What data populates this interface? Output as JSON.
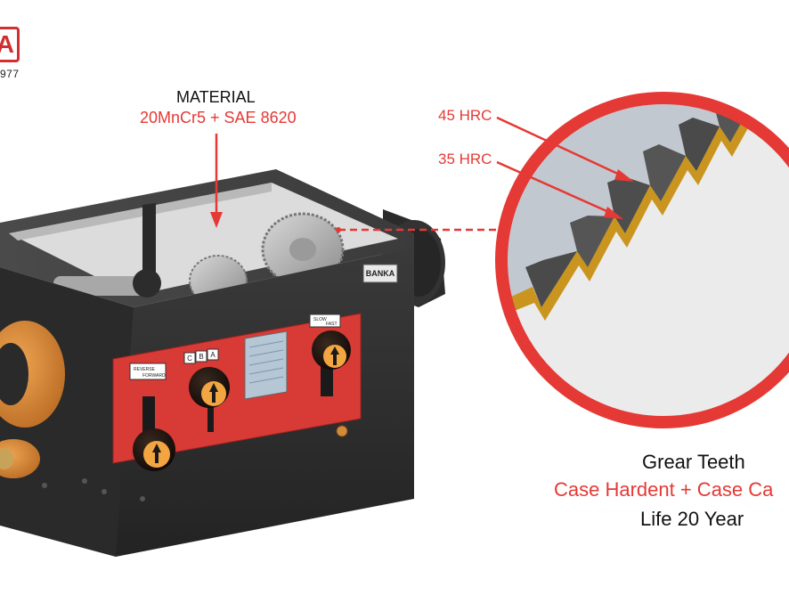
{
  "logo": {
    "letter": "A",
    "year": "977"
  },
  "material": {
    "title": "MATERIAL",
    "value": "20MnCr5 + SAE 8620"
  },
  "hardness": {
    "outer": "45 HRC",
    "inner": "35 HRC"
  },
  "gear_teeth": {
    "title": "Grear Teeth",
    "treatment": "Case Hardent + Case Ca",
    "life": "Life 20 Year"
  },
  "gearbox": {
    "brand_plate": "BANKA",
    "selector_letters": [
      "C",
      "B",
      "A"
    ],
    "lever_labels": [
      "REVERSE",
      "FORWARD"
    ],
    "right_lever_labels": [
      "SLOW",
      "FAST"
    ]
  },
  "colors": {
    "accent_red": "#e53935",
    "body_dark": "#2e2e2e",
    "panel_red": "#d83a36",
    "bronze": "#d48a3a",
    "case_layer": "#c9951f"
  }
}
